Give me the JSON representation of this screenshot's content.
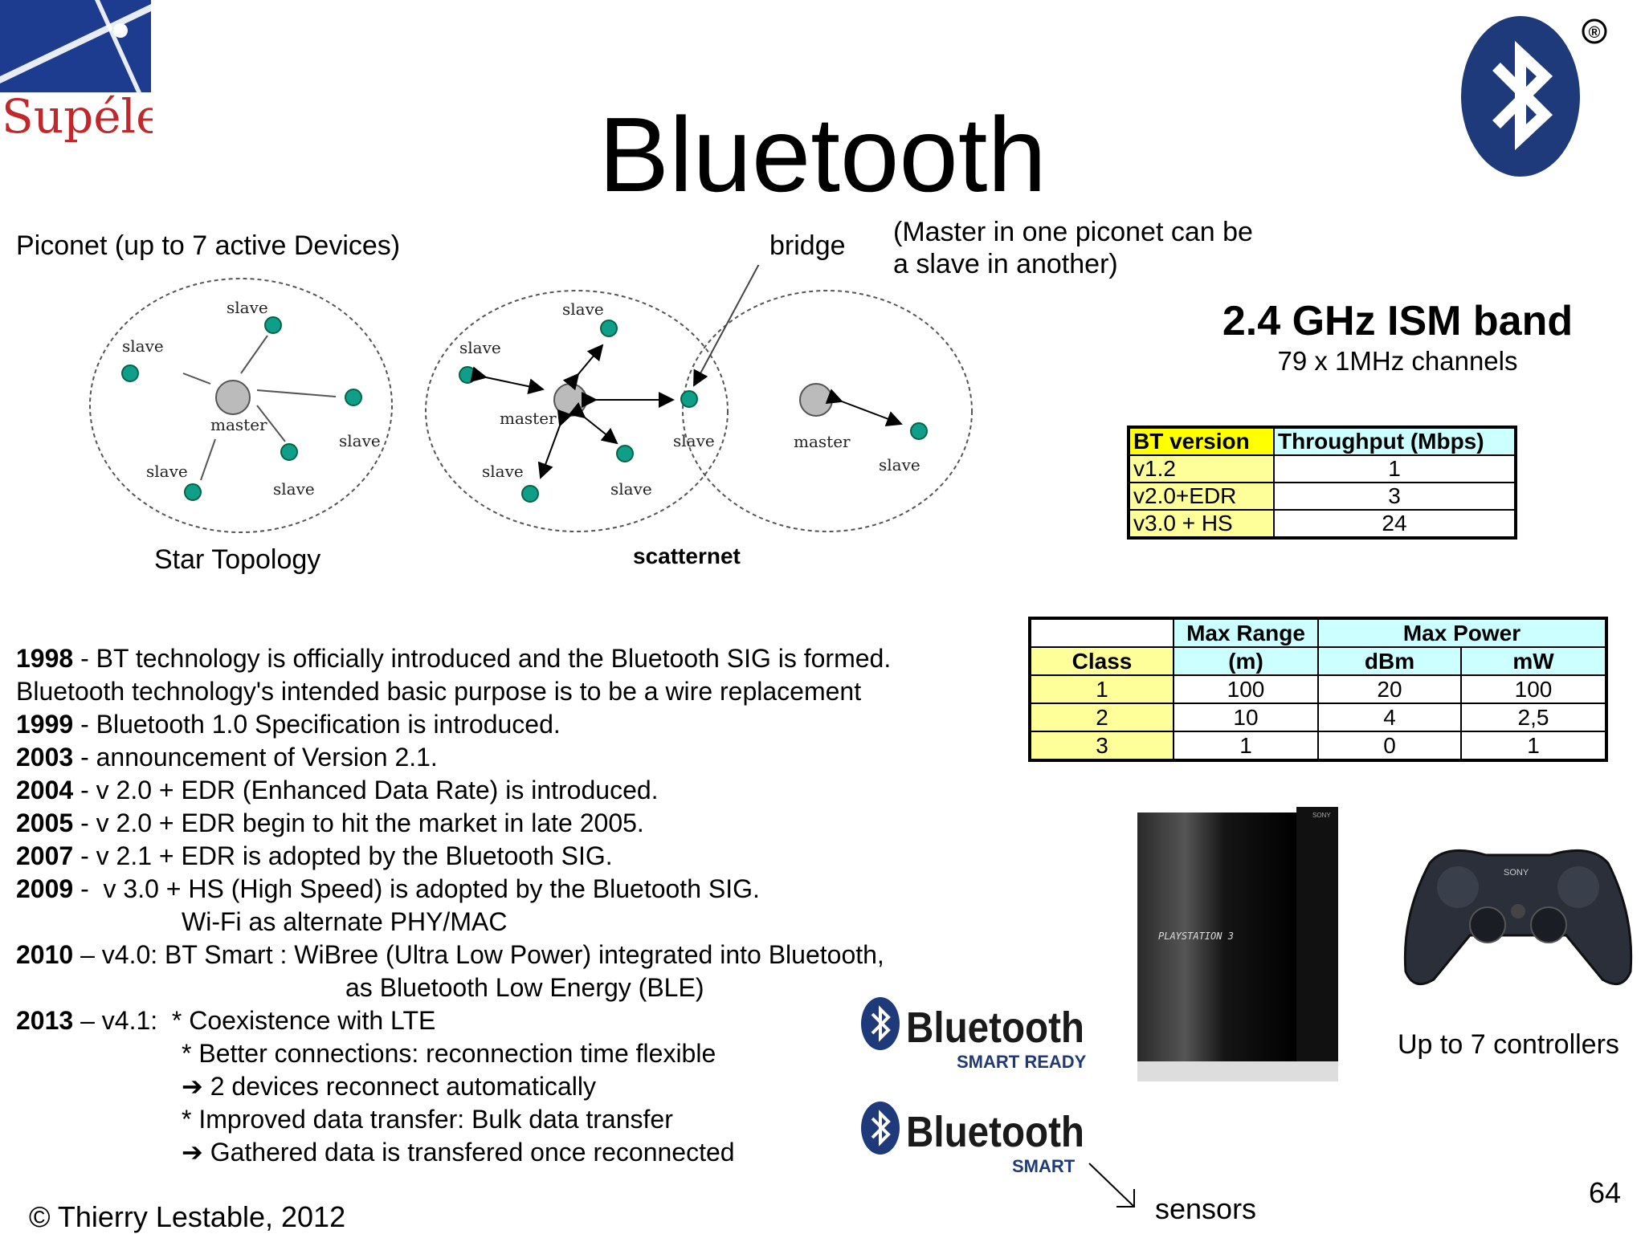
{
  "header": {
    "logo_text": "Supélec",
    "title": "Bluetooth",
    "registered_mark": "®"
  },
  "piconet": {
    "heading": "Piconet (up to 7 active Devices)",
    "caption": "Star Topology",
    "master_label": "master",
    "slave_label": "slave"
  },
  "scatternet": {
    "bridge_label": "bridge",
    "note_line1": "(Master in one piconet can be",
    "note_line2": "a slave in another)",
    "caption": "scatternet"
  },
  "ism": {
    "title": "2.4 GHz ISM band",
    "subtitle": "79 x 1MHz channels"
  },
  "bt_versions": {
    "headers": [
      "BT version",
      "Throughput (Mbps)"
    ],
    "rows": [
      [
        "v1.2",
        "1"
      ],
      [
        "v2.0+EDR",
        "3"
      ],
      [
        "v3.0 + HS",
        "24"
      ]
    ]
  },
  "classes": {
    "h_range_top": "Max Range",
    "h_range_bottom": "(m)",
    "h_power": "Max Power",
    "h_class": "Class",
    "h_dbm": "dBm",
    "h_mw": "mW",
    "rows": [
      [
        "1",
        "100",
        "20",
        "100"
      ],
      [
        "2",
        "10",
        "4",
        "2,5"
      ],
      [
        "3",
        "1",
        "0",
        "1"
      ]
    ]
  },
  "history": [
    {
      "year": "1998",
      "text": " - BT technology is officially introduced and the Bluetooth SIG is formed."
    },
    {
      "year": "",
      "text": "Bluetooth technology's intended basic purpose is to be a wire replacement"
    },
    {
      "year": "1999",
      "text": " - Bluetooth 1.0 Specification is introduced."
    },
    {
      "year": "2003",
      "text": " - announcement of Version 2.1."
    },
    {
      "year": "2004",
      "text": " - v 2.0 + EDR (Enhanced Data Rate) is introduced."
    },
    {
      "year": "2005",
      "text": " - v 2.0 + EDR begin to hit the market in late 2005."
    },
    {
      "year": "2007",
      "text": " - v 2.1 + EDR is adopted by the Bluetooth SIG."
    },
    {
      "year": "2009",
      "text": " -  v 3.0 + HS (High Speed) is adopted by the Bluetooth SIG."
    },
    {
      "year": "",
      "text": "Wi-Fi as alternate PHY/MAC",
      "indent": 1
    },
    {
      "year": "2010",
      "text": " – v4.0: BT Smart : WiBree (Ultra Low Power) integrated into Bluetooth,"
    },
    {
      "year": "",
      "text": "as Bluetooth Low Energy (BLE)",
      "indent": 2
    },
    {
      "year": "2013",
      "text": " – v4.1:  * Coexistence with LTE"
    },
    {
      "year": "",
      "text": "* Better connections: reconnection time flexible",
      "indent": 1
    },
    {
      "year": "",
      "text": "➔ 2 devices reconnect automatically",
      "indent": 1
    },
    {
      "year": "",
      "text": "* Improved data transfer: Bulk data transfer",
      "indent": 1
    },
    {
      "year": "",
      "text": "➔ Gathered data is transfered once reconnected",
      "indent": 1
    }
  ],
  "logos": {
    "bt_word": "Bluetooth",
    "smart_ready": "SMART READY",
    "smart": "SMART"
  },
  "ps3": {
    "brand": "SONY",
    "console_text": "PLAYSTATION 3",
    "caption": "Up to 7 controllers"
  },
  "footer": {
    "copyright": "© Thierry Lestable, 2012",
    "page_number": "64",
    "sensors": "sensors"
  },
  "colors": {
    "bt_blue": "#1f3a7a",
    "supelec_blue": "#1d3c8f",
    "supelec_red": "#c0282b",
    "node_teal": "#0f9e8a",
    "node_grey": "#bbbbbb",
    "header_yellow": "#ffff00",
    "cell_yellow": "#ffff99",
    "header_cyan": "#ccffff"
  }
}
